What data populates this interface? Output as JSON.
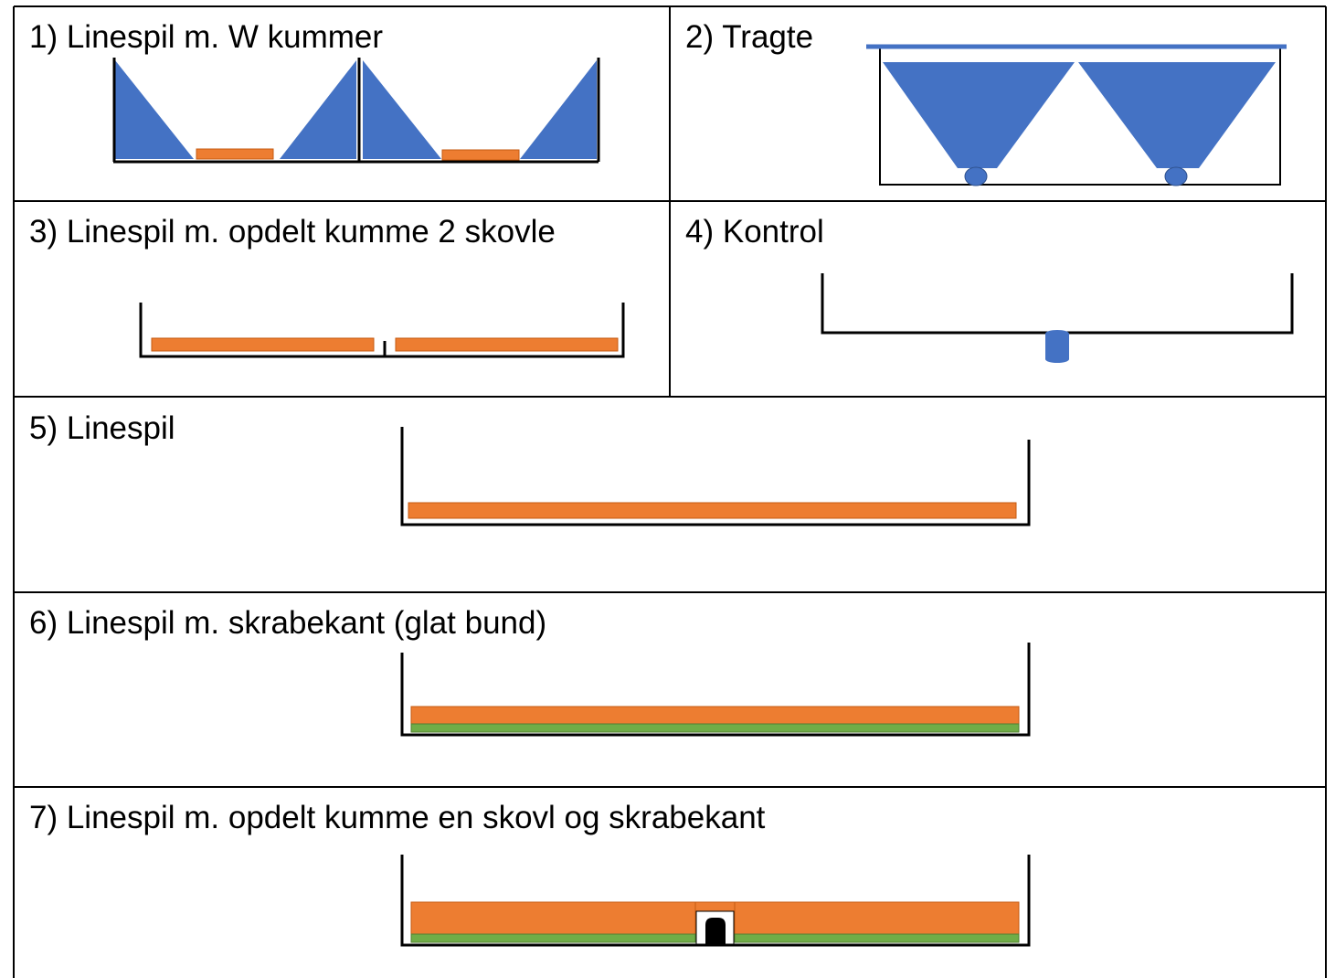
{
  "colors": {
    "blue": "#4472C4",
    "orange": "#ED7D31",
    "green": "#70AD47",
    "black": "#000000",
    "grid": "#000000",
    "background": "#FFFFFF"
  },
  "panels": [
    {
      "id": "panel-1",
      "label": "1) Linespil m. W kummer"
    },
    {
      "id": "panel-2",
      "label": "2) Tragte"
    },
    {
      "id": "panel-3",
      "label": "3) Linespil m. opdelt kumme 2 skovle"
    },
    {
      "id": "panel-4",
      "label": "4) Kontrol"
    },
    {
      "id": "panel-5",
      "label": "5) Linespil"
    },
    {
      "id": "panel-6",
      "label": "6) Linespil m. skrabekant (glat bund)"
    },
    {
      "id": "panel-7",
      "label": "7) Linespil m. opdelt kumme en skovl og skrabekant"
    }
  ]
}
